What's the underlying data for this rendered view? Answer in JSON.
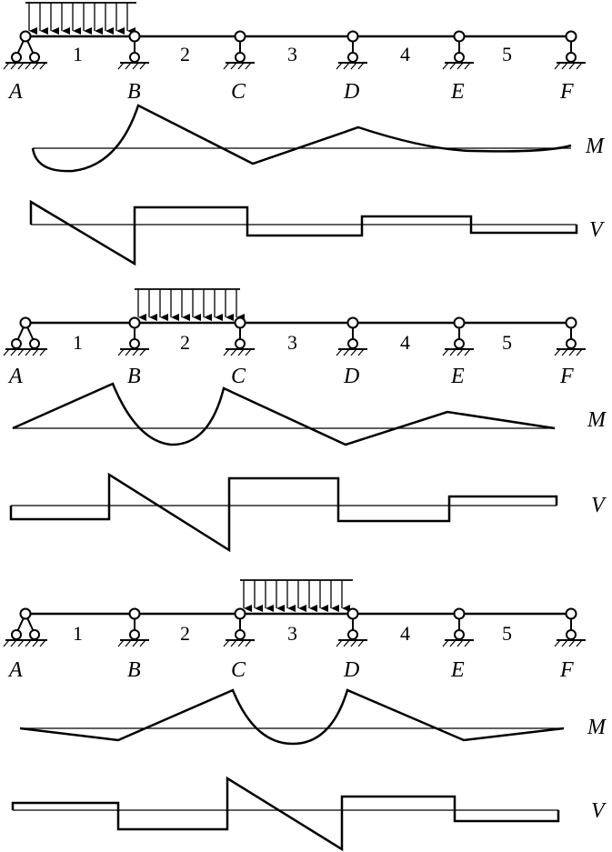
{
  "cases": [
    {
      "id": "case-1",
      "loaded_span": "1",
      "support_labels": [
        "A",
        "B",
        "C",
        "D",
        "E",
        "F"
      ],
      "span_labels": [
        "1",
        "2",
        "3",
        "4",
        "5"
      ],
      "moment_label": "M",
      "shear_label": "V"
    },
    {
      "id": "case-2",
      "loaded_span": "2",
      "support_labels": [
        "A",
        "B",
        "C",
        "D",
        "E",
        "F"
      ],
      "span_labels": [
        "1",
        "2",
        "3",
        "4",
        "5"
      ],
      "moment_label": "M",
      "shear_label": "V"
    },
    {
      "id": "case-3",
      "loaded_span": "3",
      "support_labels": [
        "A",
        "B",
        "C",
        "D",
        "E",
        "F"
      ],
      "span_labels": [
        "1",
        "2",
        "3",
        "4",
        "5"
      ],
      "moment_label": "M",
      "shear_label": "V"
    }
  ]
}
